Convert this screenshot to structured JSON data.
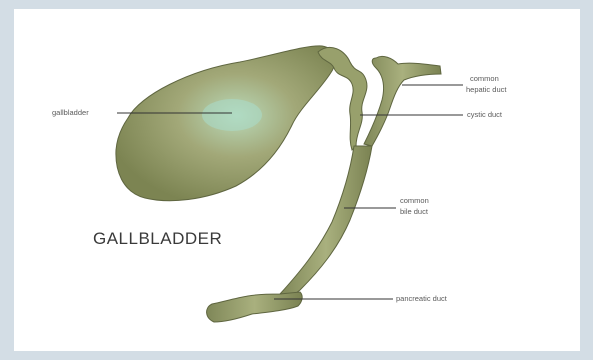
{
  "diagram": {
    "title": "GALLBLADDER",
    "labels": {
      "gallbladder": "gallbladder",
      "common_hepatic_line1": "common",
      "common_hepatic_line2": "hepatic duct",
      "cystic": "cystic duct",
      "common_bile_line1": "common",
      "common_bile_line2": "bile duct",
      "pancreatic": "pancreatic duct"
    },
    "colors": {
      "organ_fill": "#9aa372",
      "organ_dark": "#6e7648",
      "organ_highlight": "#a9dccc",
      "frame": "#d3dde5",
      "label_text": "#5a5a5a"
    }
  }
}
